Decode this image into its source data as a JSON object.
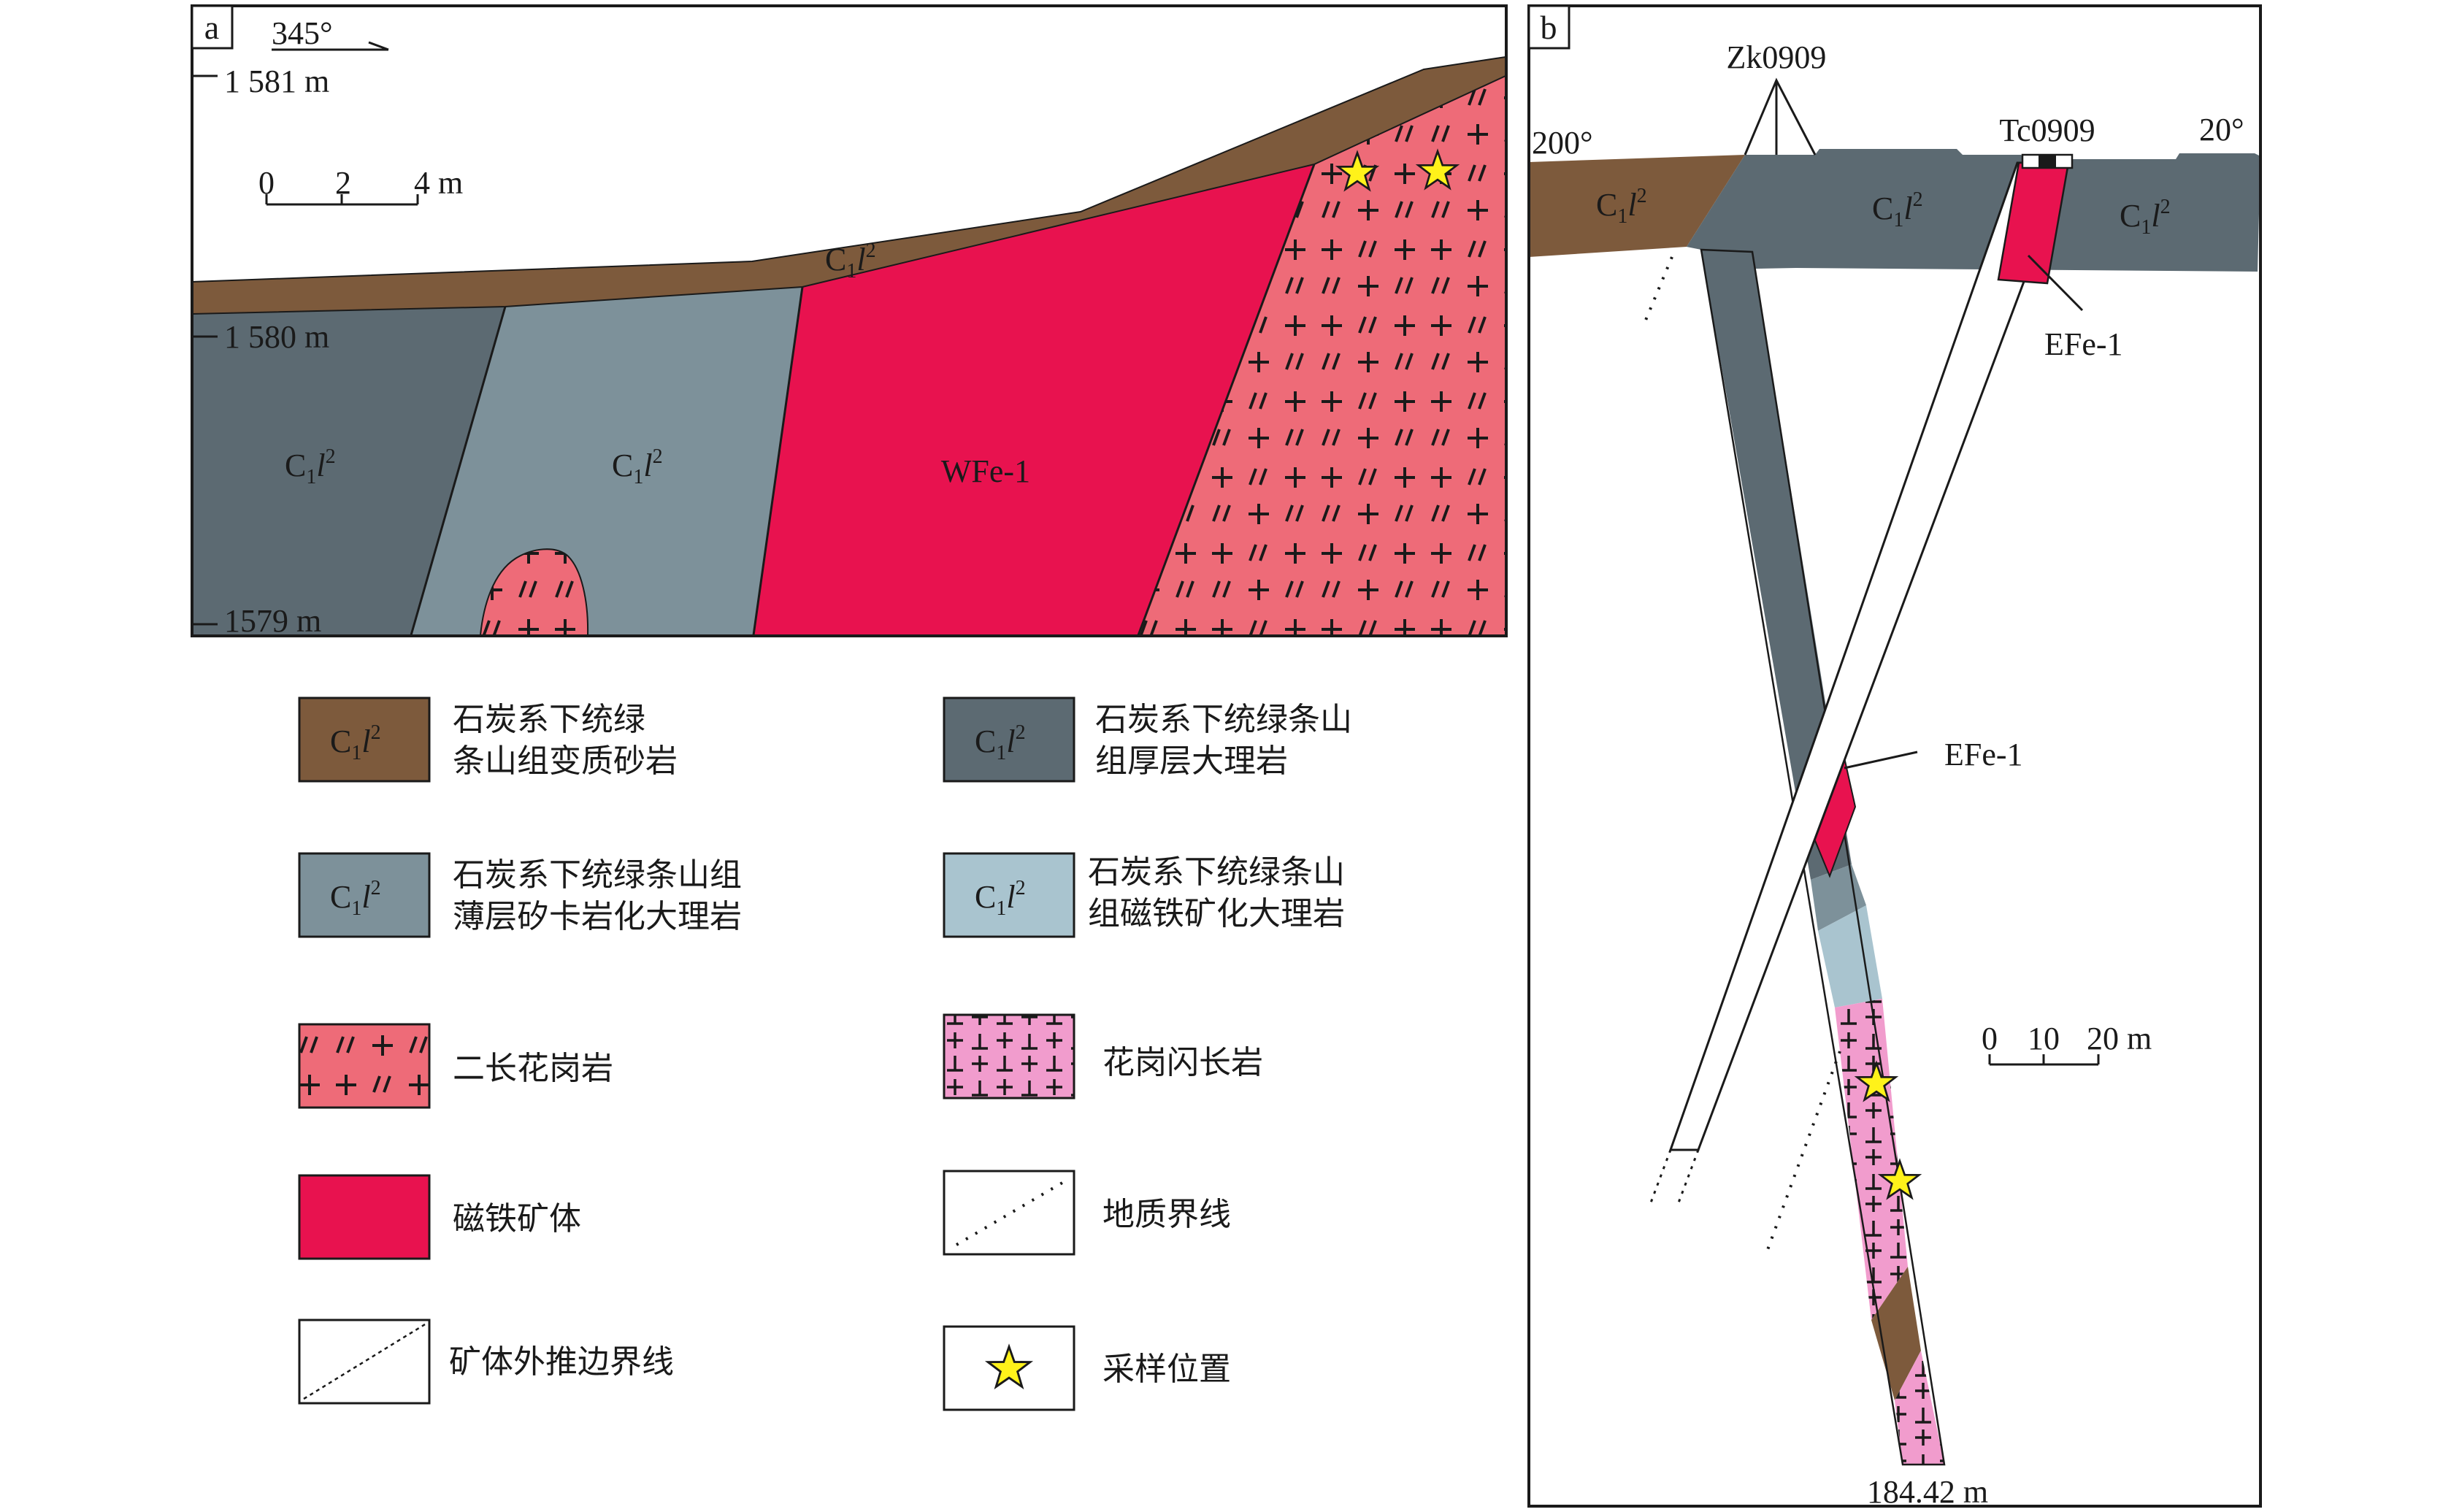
{
  "panel_a": {
    "label": "a",
    "orientation": "345°",
    "elevations": [
      "1 581 m",
      "1 580 m",
      "1579 m"
    ],
    "scale": {
      "ticks": [
        "0",
        "2",
        "4 m"
      ]
    },
    "units": {
      "brown": "C1l2",
      "dark": "C1l2",
      "mid": "C1l2",
      "ore": "WFe-1"
    },
    "unit_code": {
      "main": "C",
      "sub": "1",
      "italic": "l",
      "sup": "2"
    }
  },
  "panel_b": {
    "label": "b",
    "borehole": "Zk0909",
    "trench": "Tc0909",
    "azimuth_left": "200°",
    "azimuth_right": "20°",
    "ore_label_top": "EFe-1",
    "ore_label_mid": "EFe-1",
    "depth": "184.42 m",
    "scale": {
      "ticks": [
        "0",
        "10",
        "20 m"
      ]
    }
  },
  "colors": {
    "brown": "#7d5a3c",
    "dark_gray": "#5c6a72",
    "mid_gray": "#7d919a",
    "light_blue": "#a9c4cf",
    "pink_red": "#ee6b78",
    "ore_red": "#e8124f",
    "pink": "#f19ccd",
    "star": "#fff21a"
  },
  "legend": [
    {
      "key": "brown",
      "code": "C1l2",
      "text": [
        "石炭系下统绿",
        "条山组变质砂岩"
      ]
    },
    {
      "key": "dark_gray",
      "code": "C1l2",
      "text": [
        "石炭系下统绿条山",
        "组厚层大理岩"
      ]
    },
    {
      "key": "mid_gray",
      "code": "C1l2",
      "text": [
        "石炭系下统绿条山组",
        "薄层矽卡岩化大理岩"
      ]
    },
    {
      "key": "light_blue",
      "code": "C1l2",
      "text": [
        "石炭系下统绿条山",
        "组磁铁矿化大理岩"
      ]
    },
    {
      "key": "monzogranite",
      "text": [
        "二长花岗岩"
      ]
    },
    {
      "key": "granodiorite",
      "text": [
        "花岗闪长岩"
      ]
    },
    {
      "key": "ore",
      "text": [
        "磁铁矿体"
      ]
    },
    {
      "key": "geo_boundary",
      "text": [
        "地质界线"
      ]
    },
    {
      "key": "ore_boundary",
      "text": [
        "矿体外推边界线"
      ]
    },
    {
      "key": "sample",
      "text": [
        "采样位置"
      ]
    }
  ]
}
